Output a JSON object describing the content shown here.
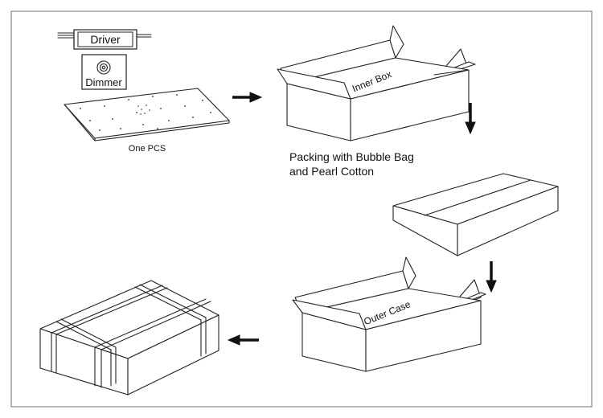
{
  "diagram": {
    "labels": {
      "driver": "Driver",
      "dimmer": "Dimmer",
      "one_pcs": "One PCS",
      "inner_box": "Inner Box",
      "packing_line1": "Packing with Bubble Bag",
      "packing_line2": "and Pearl Cotton",
      "outer_case": "Outer Case"
    },
    "steps": [
      "Driver",
      "Dimmer",
      "One PCS",
      "Inner Box",
      "Outer Case"
    ],
    "colors": {
      "line": "#222222",
      "background": "#ffffff",
      "frame": "#888888"
    }
  }
}
